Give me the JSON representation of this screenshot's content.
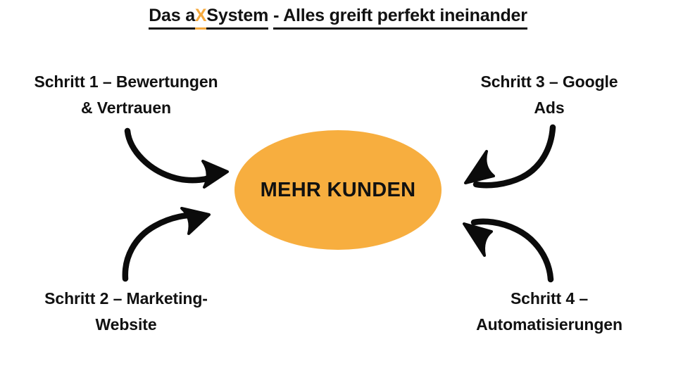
{
  "page": {
    "background_color": "#ffffff",
    "accent_color": "#F5A93D",
    "hub_color": "#F7AE3F",
    "text_color": "#111111"
  },
  "title": {
    "full_text": "Das aX System  - Alles greift perfekt ineinander",
    "part_before_accent": "Das a",
    "accent_letter": "X",
    "part_after_accent": " System ",
    "part_tail": " - Alles greift perfekt ineinander",
    "underlined": true
  },
  "hub": {
    "label": "MEHR KUNDEN",
    "shape": "ellipse",
    "fill": "#F7AE3F"
  },
  "steps": [
    {
      "id": "step1",
      "position": "top-left",
      "line1": "Schritt 1 – Bewertungen",
      "line2": "& Vertrauen",
      "arrow": "curved-arrow-down-right"
    },
    {
      "id": "step2",
      "position": "bottom-left",
      "line1": "Schritt 2 – Marketing-",
      "line2": "Website",
      "arrow": "curved-arrow-up-right"
    },
    {
      "id": "step3",
      "position": "top-right",
      "line1": "Schritt 3 – Google",
      "line2": "Ads",
      "arrow": "curved-arrow-down-left"
    },
    {
      "id": "step4",
      "position": "bottom-right",
      "line1": "Schritt 4 –",
      "line2": "Automatisierungen",
      "arrow": "curved-arrow-up-left"
    }
  ]
}
